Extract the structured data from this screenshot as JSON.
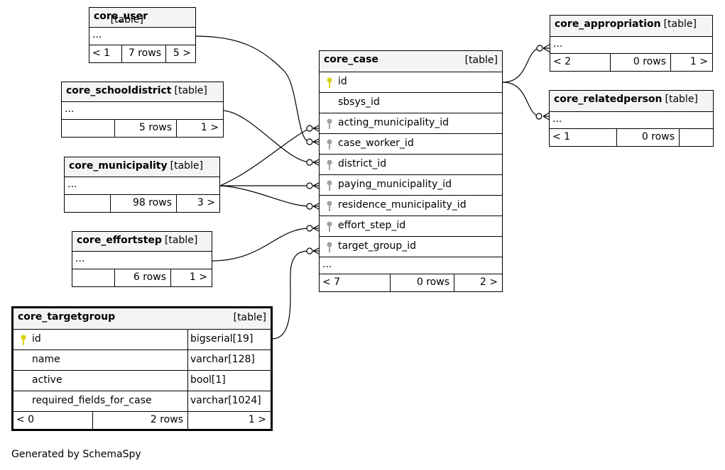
{
  "credit": "Generated by SchemaSpy",
  "tables": {
    "core_user": {
      "name": "core_user",
      "kind": "[table]",
      "ellipsis": "...",
      "foot": [
        "< 1",
        "7 rows",
        "5 >"
      ]
    },
    "core_schooldistrict": {
      "name": "core_schooldistrict",
      "kind": "[table]",
      "ellipsis": "...",
      "foot": [
        "",
        "5 rows",
        "1 >"
      ]
    },
    "core_municipality": {
      "name": "core_municipality",
      "kind": "[table]",
      "ellipsis": "...",
      "foot": [
        "",
        "98 rows",
        "3 >"
      ]
    },
    "core_effortstep": {
      "name": "core_effortstep",
      "kind": "[table]",
      "ellipsis": "...",
      "foot": [
        "",
        "6 rows",
        "1 >"
      ]
    },
    "core_case": {
      "name": "core_case",
      "kind": "[table]",
      "columns": [
        "id",
        "sbsys_id",
        "acting_municipality_id",
        "case_worker_id",
        "district_id",
        "paying_municipality_id",
        "residence_municipality_id",
        "effort_step_id",
        "target_group_id"
      ],
      "ellipsis": "...",
      "foot": [
        "< 7",
        "0 rows",
        "2 >"
      ]
    },
    "core_appropriation": {
      "name": "core_appropriation",
      "kind": "[table]",
      "ellipsis": "...",
      "foot": [
        "< 2",
        "0 rows",
        "1 >"
      ]
    },
    "core_relatedperson": {
      "name": "core_relatedperson",
      "kind": "[table]",
      "ellipsis": "...",
      "foot": [
        "< 1",
        "0 rows",
        ""
      ]
    },
    "core_targetgroup": {
      "name": "core_targetgroup",
      "kind": "[table]",
      "columns": [
        {
          "name": "id",
          "type": "bigserial[19]"
        },
        {
          "name": "name",
          "type": "varchar[128]"
        },
        {
          "name": "active",
          "type": "bool[1]"
        },
        {
          "name": "required_fields_for_case",
          "type": "varchar[1024]"
        }
      ],
      "foot": [
        "< 0",
        "2 rows",
        "1 >"
      ]
    }
  },
  "colors": {
    "primary_key": "#d4d400",
    "foreign_key": "#a0a0a0",
    "header_bg": "#f4f4f4"
  }
}
